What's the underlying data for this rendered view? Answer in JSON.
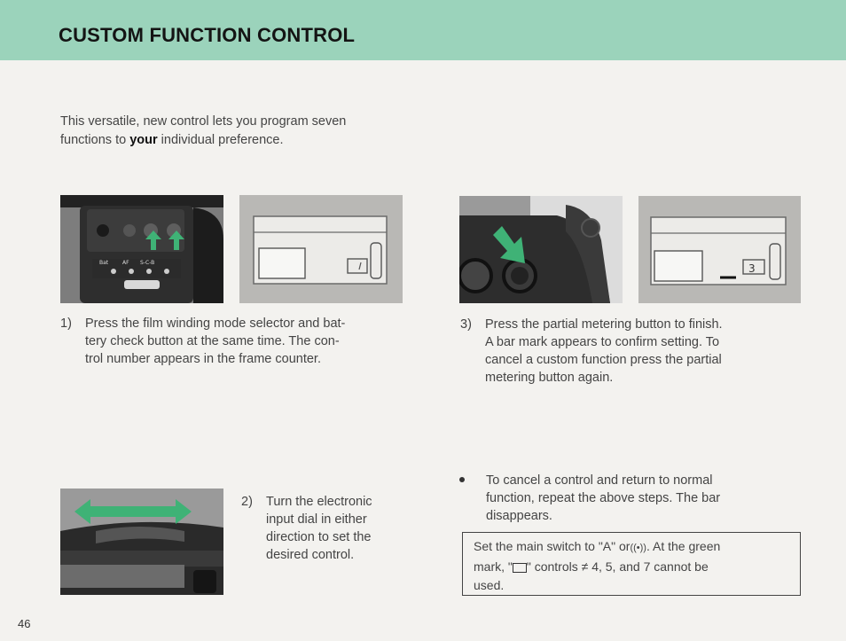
{
  "header": {
    "title": "CUSTOM FUNCTION CONTROL"
  },
  "intro": {
    "line1_pre": "This versatile, new control lets you program seven",
    "line2_pre": "functions to",
    "emphasis": "your",
    "line2_post": "individual preference."
  },
  "steps": [
    {
      "num": "1)",
      "lines": [
        "Press the film winding mode selector and bat-",
        "tery check button at the same time. The con-",
        "trol number appears in the frame counter."
      ]
    },
    {
      "num": "2)",
      "lines": [
        "Turn the electronic",
        "input dial in either",
        "direction to set the",
        "desired control."
      ]
    },
    {
      "num": "3)",
      "lines": [
        "Press the partial metering button to finish.",
        "A bar mark appears to confirm setting. To",
        "cancel a custom function press the partial",
        "metering button again."
      ]
    }
  ],
  "bullet": {
    "lines": [
      "To cancel a control and return to normal",
      "function, repeat the above steps. The bar",
      "disappears."
    ]
  },
  "note": {
    "line1_pre": "Set the main switch to \"A\" or",
    "wave_symbol": "((•))",
    "line1_post": ". At the green",
    "line2_pre": "mark, \"",
    "line2_post": "\" controls ≠ 4, 5, and 7 cannot be",
    "line3": "used."
  },
  "photo1": {
    "labels": [
      "Bat",
      "AF",
      "S-C-B"
    ]
  },
  "lcd2": {
    "digit": "3"
  },
  "page_number": "46",
  "colors": {
    "header_band": "#9bd3bb",
    "arrow_green": "#3fb276",
    "photo_dark": "#2c2c2c",
    "lcd_panel": "#b9b8b5"
  }
}
